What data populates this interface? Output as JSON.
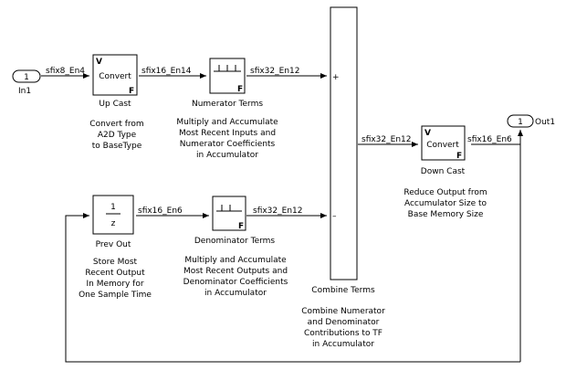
{
  "blocks": {
    "in1": {
      "port": "1",
      "label": "In1"
    },
    "out1": {
      "port": "1",
      "label": "Out1"
    },
    "up_cast": {
      "glyph_v": "V",
      "text": "Convert",
      "glyph_f": "F",
      "label": "Up Cast"
    },
    "numerator_terms": {
      "glyph_f": "F",
      "label": "Numerator Terms"
    },
    "combine_terms": {
      "plus": "+",
      "minus": "–",
      "label": "Combine Terms"
    },
    "down_cast": {
      "glyph_v": "V",
      "text": "Convert",
      "glyph_f": "F",
      "label": "Down Cast"
    },
    "prev_out": {
      "num": "1",
      "den": "z",
      "label": "Prev Out"
    },
    "denominator_terms": {
      "glyph_f": "F",
      "label": "Denominator Terms"
    }
  },
  "signals": {
    "in1_to_upcast": "sfix8_En4",
    "upcast_to_num": "sfix16_En14",
    "num_to_combine": "sfix32_En12",
    "combine_to_downcast": "sfix32_En12",
    "downcast_to_out": "sfix16_En6",
    "prevout_to_den": "sfix16_En6",
    "den_to_combine": "sfix32_En12"
  },
  "annotations": {
    "up_cast": [
      "Convert from",
      "A2D Type",
      "to BaseType"
    ],
    "numerator": [
      "Multiply and Accumulate",
      "Most Recent Inputs and",
      "Numerator Coefficients",
      "in Accumulator"
    ],
    "down_cast": [
      "Reduce Output from",
      "Accumulator Size to",
      "Base Memory Size"
    ],
    "prev_out": [
      "Store Most",
      "Recent Output",
      "In Memory for",
      "One Sample Time"
    ],
    "denominator": [
      "Multiply and Accumulate",
      "Most Recent Outputs and",
      "Denominator Coefficients",
      "in Accumulator"
    ],
    "combine": [
      "Combine Numerator",
      "and Denominator",
      "Contributions to TF",
      "in Accumulator"
    ]
  }
}
